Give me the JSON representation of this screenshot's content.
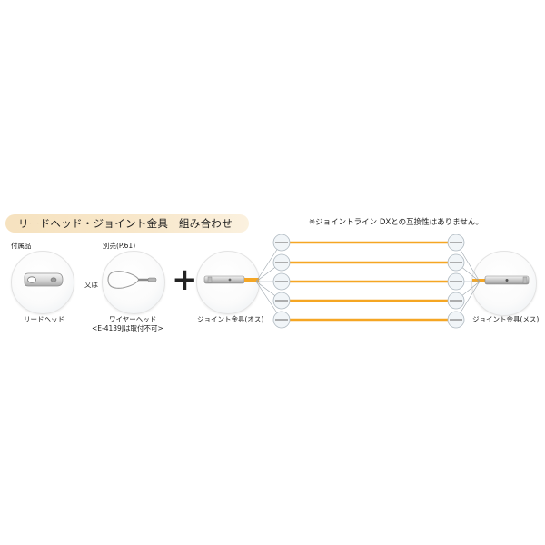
{
  "header": {
    "title": "リードヘッド・ジョイント金具　組み合わせ",
    "note": "※ジョイントライン DXとの互換性はありません。"
  },
  "accessory": {
    "caption": "付属品",
    "item_label": "リードヘッド"
  },
  "sold_separately": {
    "caption": "別売(P.61)",
    "or_label": "又は",
    "item_label": "ワイヤーヘッド",
    "item_note": "<E-4139Jは取付不可>"
  },
  "male_joint": {
    "label": "ジョイント金具(オス)"
  },
  "female_joint": {
    "label": "ジョイント金具(メス)"
  },
  "rods": {
    "count": 5,
    "color": "#f5a623"
  },
  "colors": {
    "title_pill": "#f6e2bf",
    "rod": "#f5a623",
    "rod_end": "#f9d27a",
    "metal": "#c8c8c8"
  }
}
